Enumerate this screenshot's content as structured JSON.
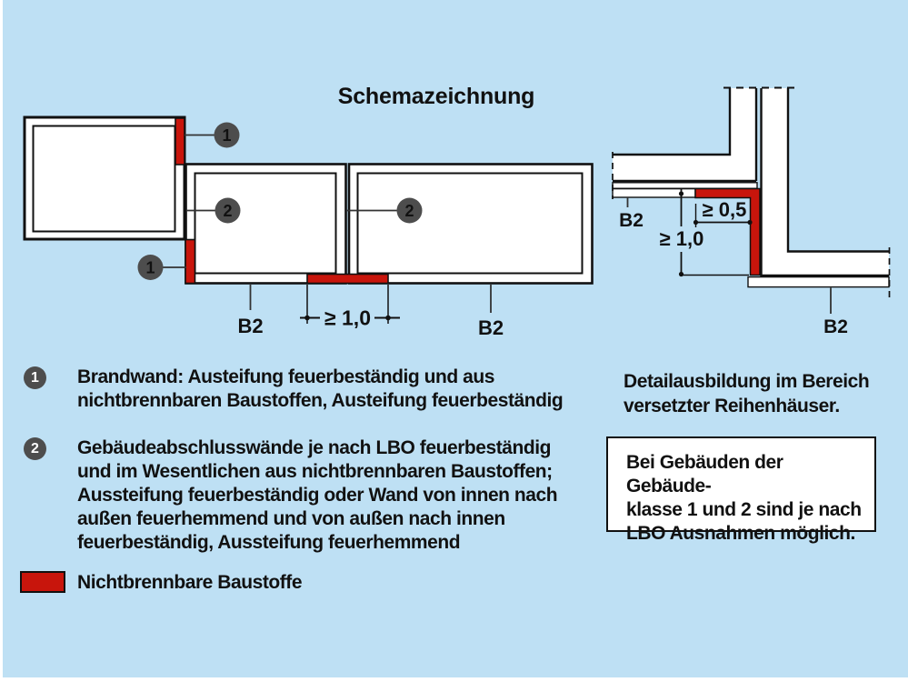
{
  "title": "Schemazeichnung",
  "colors": {
    "background": "#BEE0F4",
    "noncombustible_red": "#C8150C",
    "marker_circle": "#4D4D4D",
    "line": "#111111"
  },
  "schematic": {
    "marker1": "1",
    "marker2": "2",
    "b2_left": "B2",
    "b2_right": "B2",
    "dim_bottom": "≥ 1,0"
  },
  "detail": {
    "caption": "Detailausbildung im Bereich\nversetzter Reihenhäuser.",
    "b2_left": "B2",
    "b2_bottom": "B2",
    "dim_horizontal": "≥ 0,5",
    "dim_vertical": "≥ 1,0"
  },
  "notes": [
    {
      "marker": "1",
      "text": "Brandwand: Austeifung feuerbeständig und aus\nnichtbrennbaren Baustoffen, Austeifung feuerbeständig"
    },
    {
      "marker": "2",
      "text": "Gebäudeabschlusswände je nach LBO feuerbeständig\nund im Wesentlichen aus nichtbrennbaren Baustoffen;\nAussteifung feuerbeständig oder Wand von innen nach\naußen feuerhemmend und von außen nach innen\nfeuerbeständig, Aussteifung feuerhemmend"
    }
  ],
  "info_box": {
    "text": "Bei Gebäuden der Gebäude-\nklasse 1 und 2 sind je nach\nLBO Ausnahmen möglich."
  },
  "legend": {
    "label": "Nichtbrennbare Baustoffe"
  }
}
